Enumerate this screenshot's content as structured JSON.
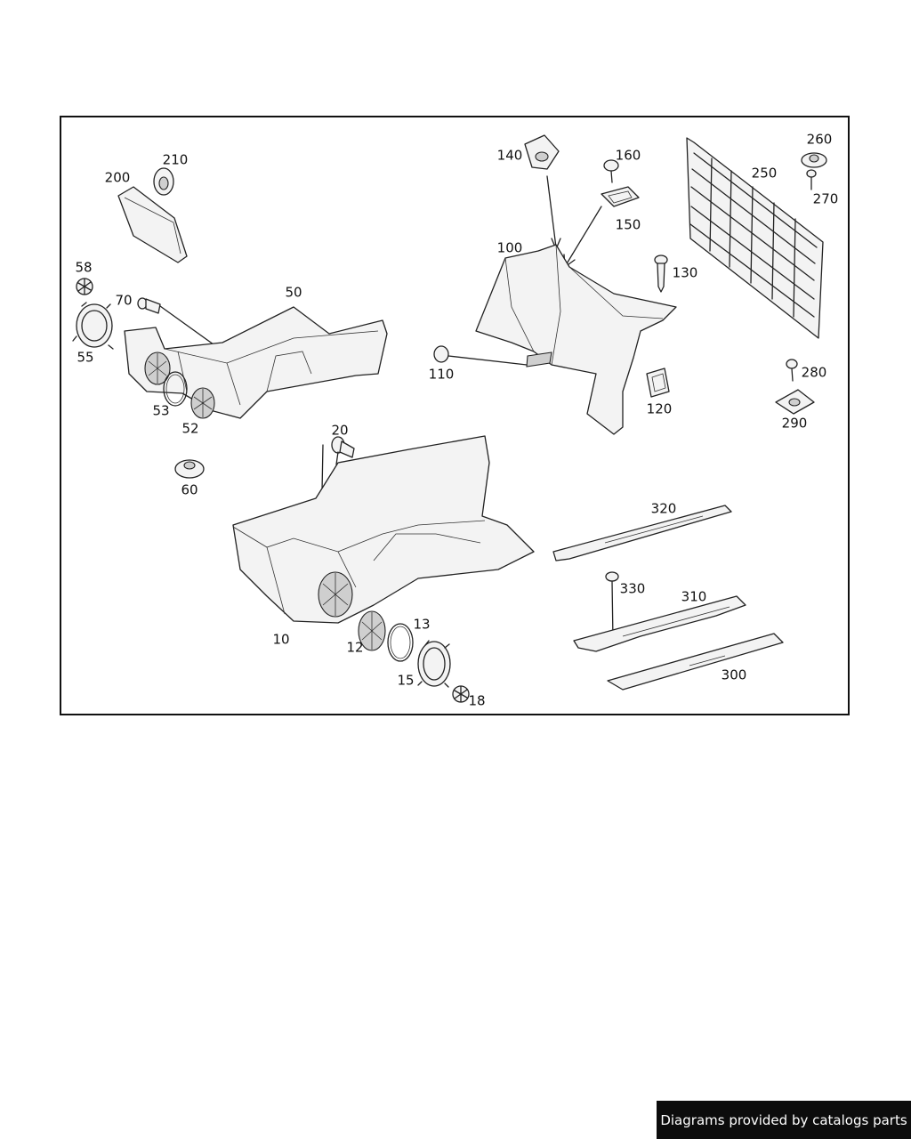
{
  "diagram": {
    "labels": [
      "10",
      "12",
      "13",
      "15",
      "18",
      "20",
      "50",
      "52",
      "53",
      "55",
      "58",
      "60",
      "70",
      "100",
      "110",
      "120",
      "130",
      "140",
      "150",
      "160",
      "200",
      "210",
      "250",
      "260",
      "270",
      "280",
      "290",
      "300",
      "310",
      "320",
      "330"
    ]
  },
  "footer": {
    "text": "Diagrams provided by catalogs parts"
  }
}
